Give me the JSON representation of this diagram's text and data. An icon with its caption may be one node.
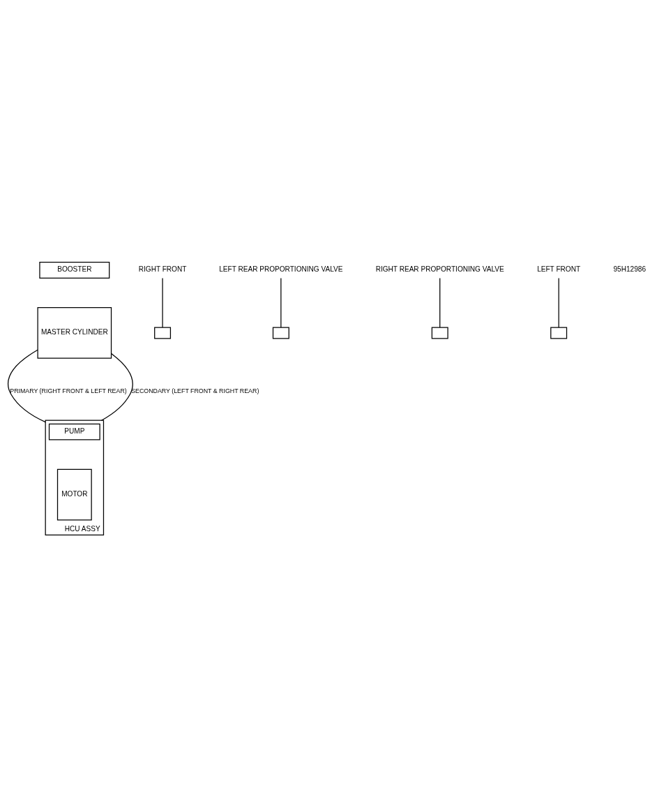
{
  "diagram": {
    "nodes": [
      {
        "text": [
          "BOOSTER"
        ]
      },
      {
        "text": [
          "MASTER CYLINDER"
        ]
      },
      {
        "text": [
          "HCU ASSY"
        ]
      },
      {
        "text": [
          "PUMP"
        ],
        "in": 2
      },
      {
        "text": [
          "MOTOR"
        ],
        "in": 2
      },
      {
        "text": [
          "RIGHT FRONT"
        ]
      },
      {
        "text": [],
        "shape": "box"
      },
      {
        "text": [
          "LEFT REAR PROPORTIONING VALVE"
        ]
      },
      {
        "text": [],
        "shape": "box"
      },
      {
        "text": [
          "RIGHT REAR PROPORTIONING VALVE"
        ]
      },
      {
        "text": [],
        "shape": "box"
      },
      {
        "text": [
          "LEFT FRONT"
        ]
      },
      {
        "text": [],
        "shape": "box"
      }
    ],
    "edges": [
      {
        "from": 1,
        "to": 2,
        "arrow": "none",
        "label": "PRIMARY (RIGHT FRONT & LEFT REAR)"
      },
      {
        "from": 1,
        "to": 2,
        "arrow": "none",
        "label": "SECONDARY (LEFT FRONT & RIGHT REAR)"
      },
      {
        "from": 5,
        "to": 6,
        "arrow": "none"
      },
      {
        "from": 7,
        "to": 8,
        "arrow": "none"
      },
      {
        "from": 9,
        "to": 10,
        "arrow": "none"
      },
      {
        "from": 11,
        "to": 12,
        "arrow": "none"
      }
    ],
    "labels": [
      "95H12986"
    ]
  }
}
